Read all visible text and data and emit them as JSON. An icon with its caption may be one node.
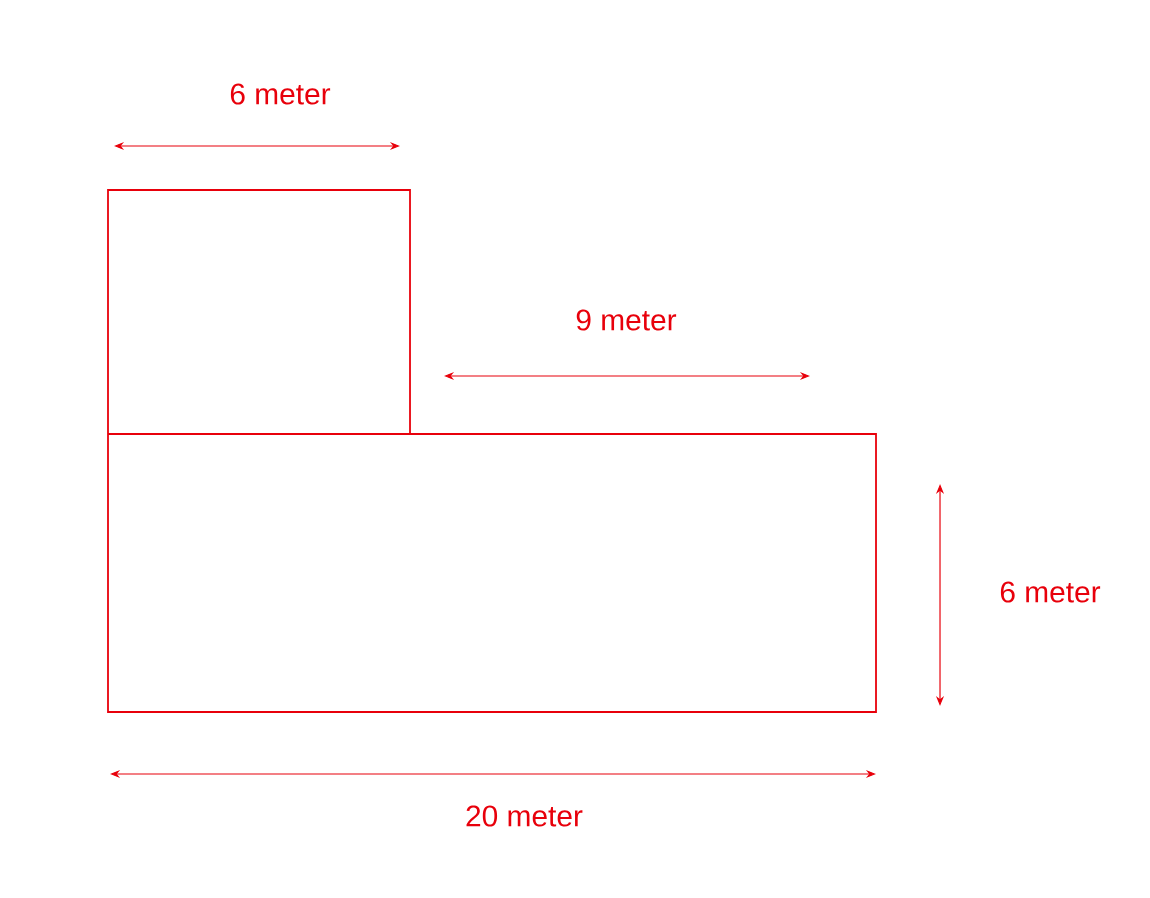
{
  "diagram": {
    "labels": [
      "6 meter",
      "9 meter",
      "6 meter",
      "20 meter"
    ]
  }
}
